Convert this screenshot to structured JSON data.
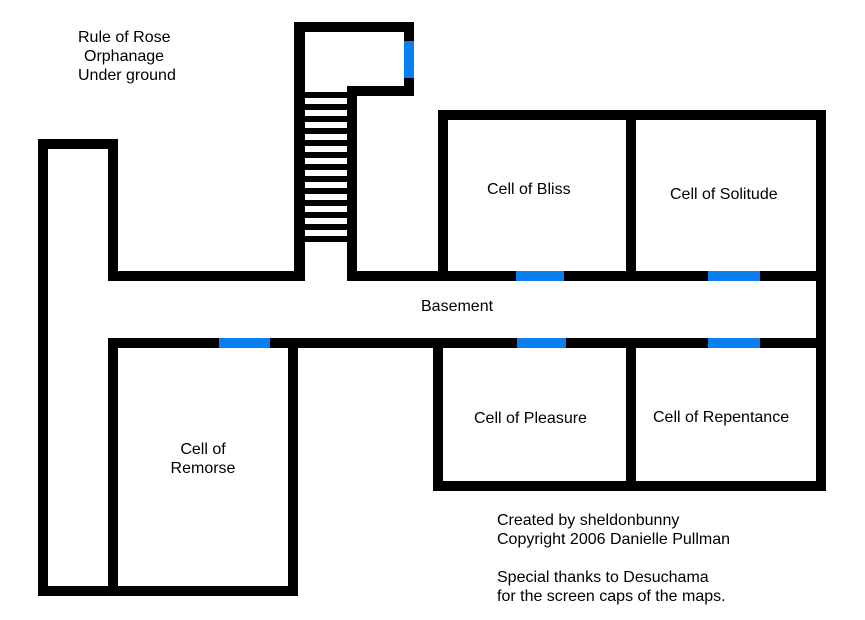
{
  "map": {
    "title_lines": [
      "Rule of Rose",
      "Orphanage",
      "Under ground"
    ],
    "rooms": {
      "basement": "Basement",
      "cell_of_bliss": "Cell of Bliss",
      "cell_of_solitude": "Cell of Solitude",
      "cell_of_pleasure": "Cell of Pleasure",
      "cell_of_repentance": "Cell of Repentance",
      "cell_of_remorse_line1": "Cell of",
      "cell_of_remorse_line2": "Remorse"
    },
    "credits": {
      "line1": "Created by sheldonbunny",
      "line2": "Copyright 2006 Danielle Pullman",
      "line3": "Special thanks to Desuchama",
      "line4": "for the screen caps of the maps."
    }
  },
  "colors": {
    "wall": "#000000",
    "door": "#0a7df0",
    "background": "#ffffff"
  }
}
